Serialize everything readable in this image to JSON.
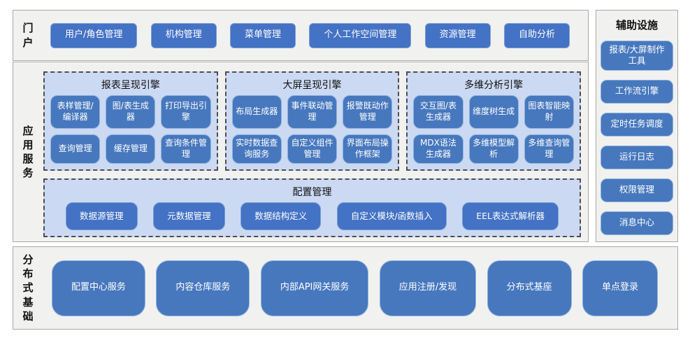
{
  "colors": {
    "portal_button_blue": "#4472c4",
    "rounded_button_blue": "#4778be",
    "engine_panel_light_blue": "#cbd9f3",
    "section_gray": "#f1f1f0",
    "section_border_gray": "#a9a9a9",
    "dashed_border_dark": "#4e4e4e",
    "button_text_white": "#ffffff"
  },
  "portal": {
    "label": "门户",
    "items": [
      "用户/角色管理",
      "机构管理",
      "菜单管理",
      "个人工作空间管理",
      "资源管理",
      "自助分析"
    ]
  },
  "app_services": {
    "label": "应用服务",
    "engines": [
      {
        "title": "报表呈现引擎",
        "items": [
          "表样管理/编译器",
          "图/表生成器",
          "打印导出引擎",
          "查询管理",
          "缓存管理",
          "查询条件管理"
        ]
      },
      {
        "title": "大屏呈现引擎",
        "items": [
          "布局生成器",
          "事件联动管理",
          "报警既动作管理",
          "实时数据查询服务",
          "自定义组件管理",
          "界面布局操作框架"
        ]
      },
      {
        "title": "多维分析引擎",
        "items": [
          "交互图/表生成器",
          "维度树生成",
          "图表智能映射",
          "MDX语法生成器",
          "多维模型解析",
          "多维查询管理"
        ]
      }
    ],
    "config": {
      "title": "配置管理",
      "items": [
        "数据源管理",
        "元数据管理",
        "数据结构定义",
        "自定义模块/函数插入",
        "EEL表达式解析器"
      ]
    }
  },
  "auxiliary": {
    "title": "辅助设施",
    "items": [
      "报表/大屏制作工具",
      "工作流引擎",
      "定时任务调度",
      "运行日志",
      "权限管理",
      "消息中心"
    ]
  },
  "distributed": {
    "label": "分布式基础",
    "items": [
      "配置中心服务",
      "内容仓库服务",
      "内部API网关服务",
      "应用注册/发现",
      "分布式基座",
      "单点登录"
    ]
  }
}
